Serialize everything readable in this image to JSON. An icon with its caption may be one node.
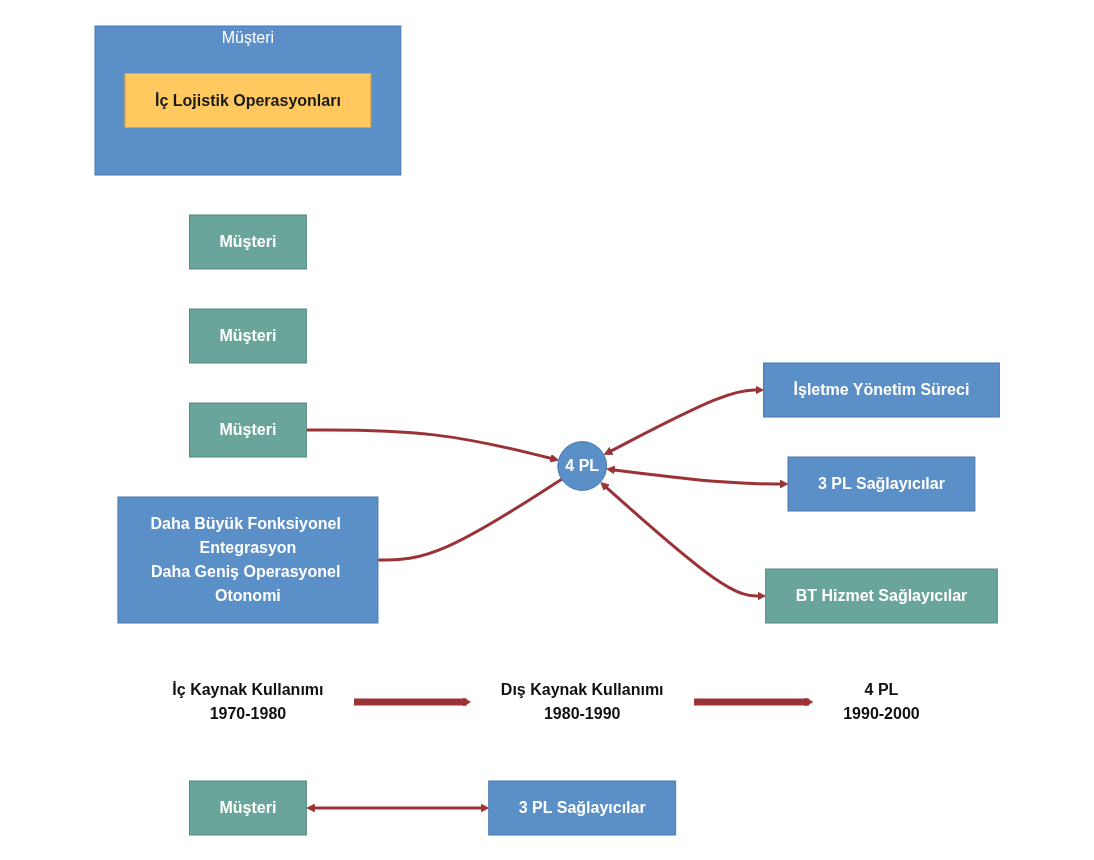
{
  "diagram": {
    "nodes": [
      {
        "text": [
          "Müşteri"
        ]
      },
      {
        "text": [
          "Müşteri"
        ]
      },
      {
        "text": [
          "Müşteri"
        ]
      },
      {
        "text": [
          "Daha Büyük Fonksiyonel Entegrasyon",
          "Daha Geniş Operasyonel Otonomi"
        ]
      },
      {
        "text": [
          "İşletme Yönetim Süreci"
        ]
      },
      {
        "text": [
          "4 PL",
          "1990-2000"
        ]
      },
      {
        "text": [
          "4 PL"
        ]
      },
      {
        "text": [
          "3 PL Sağlayıcılar"
        ]
      },
      {
        "text": [
          "BT Hizmet Sağlayıcılar"
        ]
      },
      {
        "text": [
          "Dış Kaynak Kullanımı",
          "1980-1990"
        ]
      },
      {
        "text": [
          "Müşteri"
        ]
      },
      {
        "text": [
          "3 PL Sağlayıcılar"
        ]
      },
      {
        "text": [
          "Müşteri"
        ]
      },
      {
        "text": [
          "İç Lojistik Operasyonları"
        ],
        "in": 12
      },
      {
        "text": [
          "İç Kaynak Kullanımı",
          "1970-1980"
        ]
      }
    ],
    "edges": [
      {
        "from": 2,
        "to": 6,
        "arrow": "to"
      },
      {
        "from": 3,
        "to": 6,
        "arrow": "none"
      },
      {
        "from": 6,
        "to": 4,
        "arrow": "both"
      },
      {
        "from": 6,
        "to": 7,
        "arrow": "both"
      },
      {
        "from": 6,
        "to": 8,
        "arrow": "both"
      },
      {
        "from": 10,
        "to": 11,
        "arrow": "both"
      },
      {
        "from": 14,
        "to": 9,
        "arrow": "to",
        "style": "thick"
      },
      {
        "from": 9,
        "to": 5,
        "arrow": "to",
        "style": "thick"
      }
    ]
  }
}
